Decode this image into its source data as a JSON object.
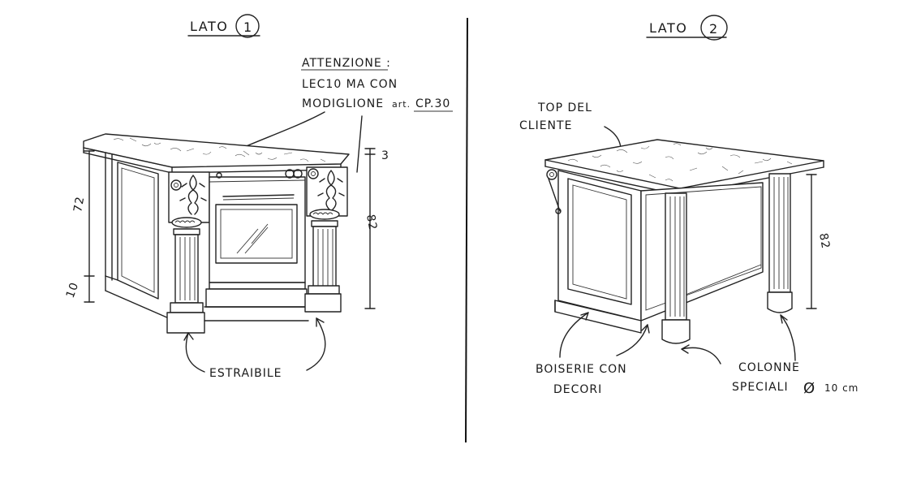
{
  "side1": {
    "title_word": "LATO",
    "title_number": "1",
    "note_heading": "ATTENZIONE :",
    "note_line1": "LEC10 MA CON",
    "note_line2_prefix": "MODIGLIONE",
    "note_line2_abbr": "art.",
    "note_line2_code": "CP.30",
    "dim_height": "72",
    "dim_base": "10",
    "dim_total": "82",
    "dim_top": "3",
    "label_bottom": "ESTRAIBILE"
  },
  "side2": {
    "title_word": "LATO",
    "title_number": "2",
    "top_label_line1": "TOP DEL",
    "top_label_line2": "CLIENTE",
    "dim_total": "82",
    "boiserie_line1": "BOISERIE CON",
    "boiserie_line2": "DECORI",
    "colonne_line1": "COLONNE",
    "colonne_line2_prefix": "SPECIALI",
    "colonne_diameter_symbol": "Ø",
    "colonne_diameter_value": "10 cm"
  },
  "colors": {
    "ink": "#1a1a1a",
    "paper": "#ffffff"
  }
}
